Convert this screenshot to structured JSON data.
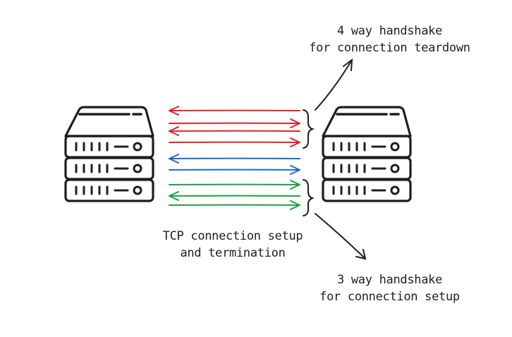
{
  "labels": {
    "teardown": [
      "4 way handshake",
      "for connection teardown"
    ],
    "setup": [
      "3 way handshake",
      "for connection setup"
    ],
    "center": [
      "TCP connection setup",
      "and termination"
    ]
  },
  "colors": {
    "stroke": "#1e1e1e",
    "teardown_arrows": "#e0212b",
    "data_arrows": "#1c6bc1",
    "setup_arrows": "#1f9e45"
  },
  "messages": [
    {
      "group": "teardown",
      "direction": "left"
    },
    {
      "group": "teardown",
      "direction": "right"
    },
    {
      "group": "teardown",
      "direction": "left"
    },
    {
      "group": "teardown",
      "direction": "right"
    },
    {
      "group": "data",
      "direction": "left"
    },
    {
      "group": "data",
      "direction": "right"
    },
    {
      "group": "setup",
      "direction": "right"
    },
    {
      "group": "setup",
      "direction": "left"
    },
    {
      "group": "setup",
      "direction": "right"
    }
  ],
  "icons": [
    "client-server-icon",
    "remote-server-icon"
  ]
}
